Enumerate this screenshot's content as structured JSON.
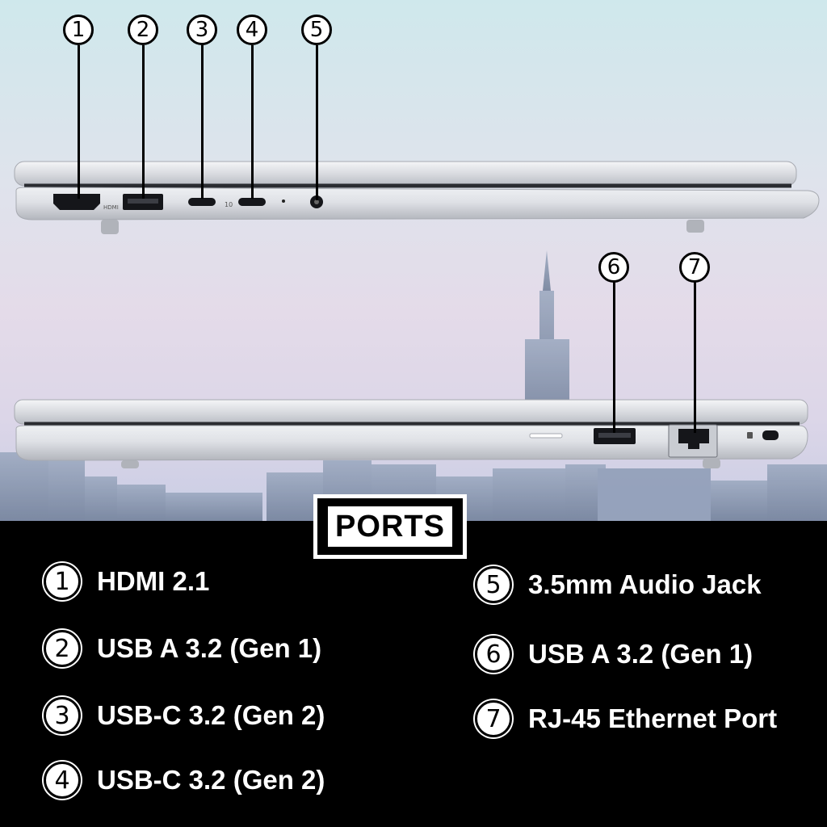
{
  "title": "PORTS",
  "callouts": [
    "1",
    "2",
    "3",
    "4",
    "5",
    "6",
    "7"
  ],
  "port_labels": {
    "hdmi": "HDMI",
    "usbc_speed": "10"
  },
  "ports": [
    {
      "number": "1",
      "label": "HDMI 2.1"
    },
    {
      "number": "2",
      "label": "USB A 3.2 (Gen 1)"
    },
    {
      "number": "3",
      "label": "USB-C 3.2 (Gen 2)"
    },
    {
      "number": "4",
      "label": "USB-C 3.2 (Gen 2)"
    },
    {
      "number": "5",
      "label": "3.5mm Audio Jack"
    },
    {
      "number": "6",
      "label": "USB A 3.2 (Gen 1)"
    },
    {
      "number": "7",
      "label": "RJ-45 Ethernet Port"
    }
  ]
}
